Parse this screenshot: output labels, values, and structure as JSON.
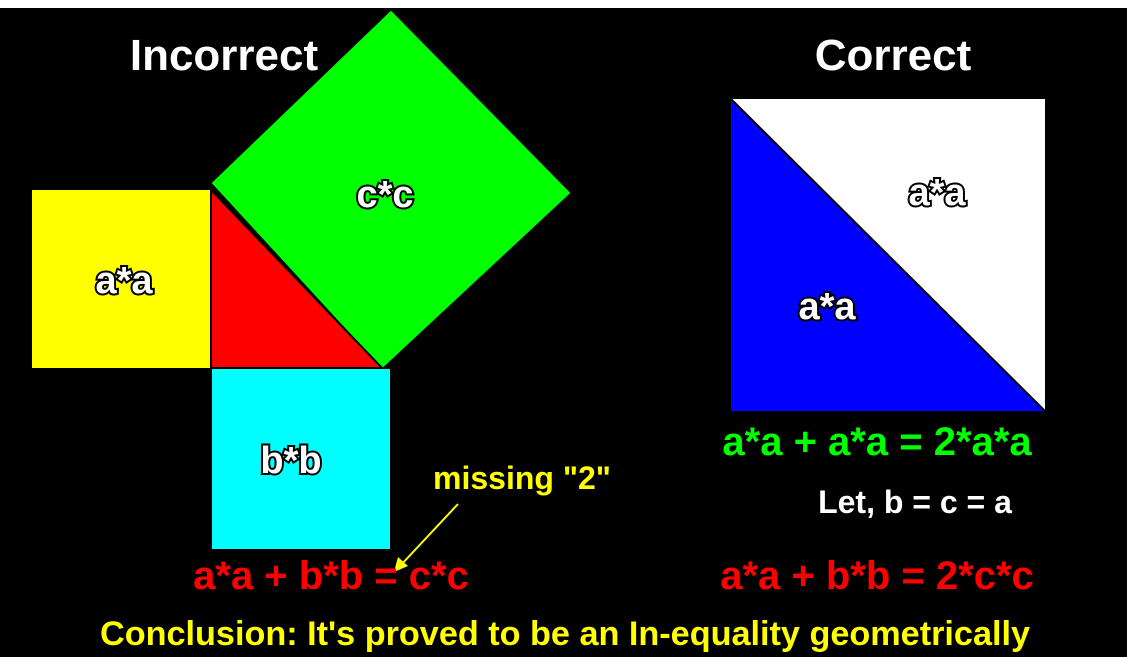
{
  "colors": {
    "background": "#000000",
    "yellow": "#ffff00",
    "green": "#00ff00",
    "red": "#ff0000",
    "cyan": "#00ffff",
    "blue": "#0000ff",
    "white": "#ffffff"
  },
  "incorrect": {
    "heading": "Incorrect",
    "square_a_label": "a*a",
    "square_b_label": "b*b",
    "square_c_label": "c*c",
    "missing_note": "missing \"2\"",
    "equation": "a*a + b*b = c*c"
  },
  "correct": {
    "heading": "Correct",
    "white_triangle_label": "a*a",
    "blue_triangle_label": "a*a",
    "equation_1": "a*a + a*a = 2*a*a",
    "let_statement": "Let, b = c = a",
    "equation_2": "a*a + b*b = 2*c*c"
  },
  "conclusion": "Conclusion: It's proved to be an In-equality geometrically"
}
